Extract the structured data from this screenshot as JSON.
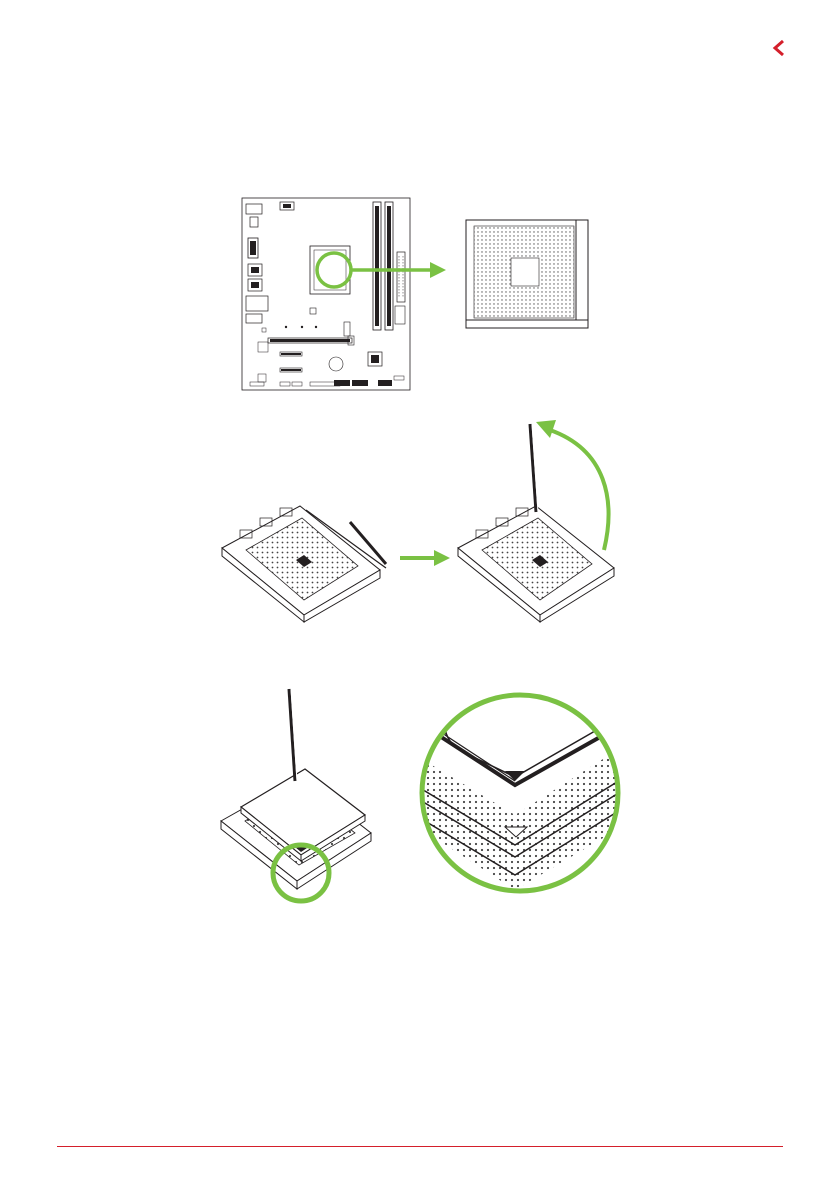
{
  "page": {
    "accent_color": "#d41f2b",
    "highlight_color": "#7ac143",
    "line_color": "#231f20"
  },
  "navigation": {
    "back_icon": "chevron-left-icon"
  },
  "figures": [
    {
      "name": "motherboard-layout",
      "description_icon": "motherboard-diagram"
    },
    {
      "name": "socket-lever-open",
      "description_icon": "cpu-socket-lever"
    },
    {
      "name": "cpu-alignment",
      "description_icon": "cpu-triangle-alignment"
    }
  ]
}
